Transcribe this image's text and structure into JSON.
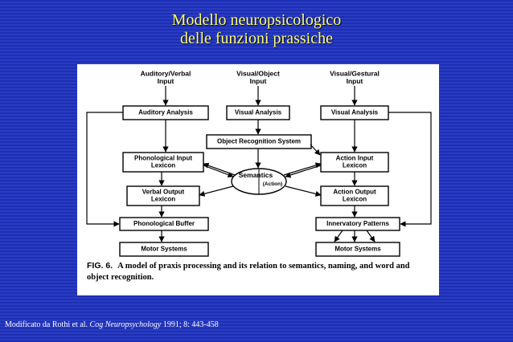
{
  "title": {
    "line1": "Modello neuropsicologico",
    "line2": "delle funzioni prassiche"
  },
  "diagram": {
    "inputs": {
      "auditory": [
        "Auditory/Verbal",
        "Input"
      ],
      "visual": [
        "Visual/Object",
        "Input"
      ],
      "gestural": [
        "Visual/Gestural",
        "Input"
      ]
    },
    "boxes": {
      "auditory_analysis": [
        "Auditory Analysis"
      ],
      "visual_analysis_center": [
        "Visual Analysis"
      ],
      "visual_analysis_right": [
        "Visual Analysis"
      ],
      "object_recognition": [
        "Object Recognition System"
      ],
      "phonological_input": [
        "Phonological Input",
        "Lexicon"
      ],
      "action_input": [
        "Action Input",
        "Lexicon"
      ],
      "verbal_output": [
        "Verbal Output",
        "Lexicon"
      ],
      "action_output": [
        "Action Output",
        "Lexicon"
      ],
      "phonological_buffer": [
        "Phonological Buffer"
      ],
      "innervatory_patterns": [
        "Innervatory Patterns"
      ],
      "motor_left": [
        "Motor Systems"
      ],
      "motor_right": [
        "Motor Systems"
      ]
    },
    "semantics": {
      "label": "Semantics",
      "sublabel": "(Action)"
    }
  },
  "caption": {
    "fig_label": "FIG. 6.",
    "text": "A model of praxis processing and its relation to semantics, naming, and word and object recognition."
  },
  "credit": {
    "prefix": "Modificato da Rothi et al.",
    "journal": "Cog Neuropsychology",
    "suffix": "1991; 8: 443-458"
  },
  "colors": {
    "background": "#2a3cc4",
    "title": "#ffff66",
    "credit": "#ffffff"
  }
}
